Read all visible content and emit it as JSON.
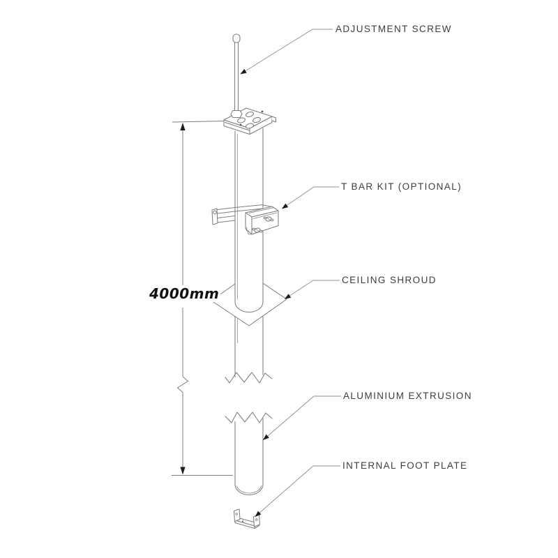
{
  "diagram": {
    "type": "technical-assembly-drawing",
    "dimension": {
      "label": "4000mm"
    },
    "callouts": [
      {
        "id": "adjustment-screw",
        "label": "ADJUSTMENT SCREW"
      },
      {
        "id": "t-bar-kit",
        "label": "T BAR KIT (OPTIONAL)"
      },
      {
        "id": "ceiling-shroud",
        "label": "CEILING SHROUD"
      },
      {
        "id": "aluminium-extrusion",
        "label": "ALUMINIUM EXTRUSION"
      },
      {
        "id": "internal-foot-plate",
        "label": "INTERNAL FOOT PLATE"
      }
    ],
    "colors": {
      "background": "#ffffff",
      "line": "#7d7d7d",
      "leader": "#8f8f8f",
      "arrow": "#1c1c1c",
      "label_text": "#3d3d3d",
      "dimension_text": "#111111"
    }
  }
}
